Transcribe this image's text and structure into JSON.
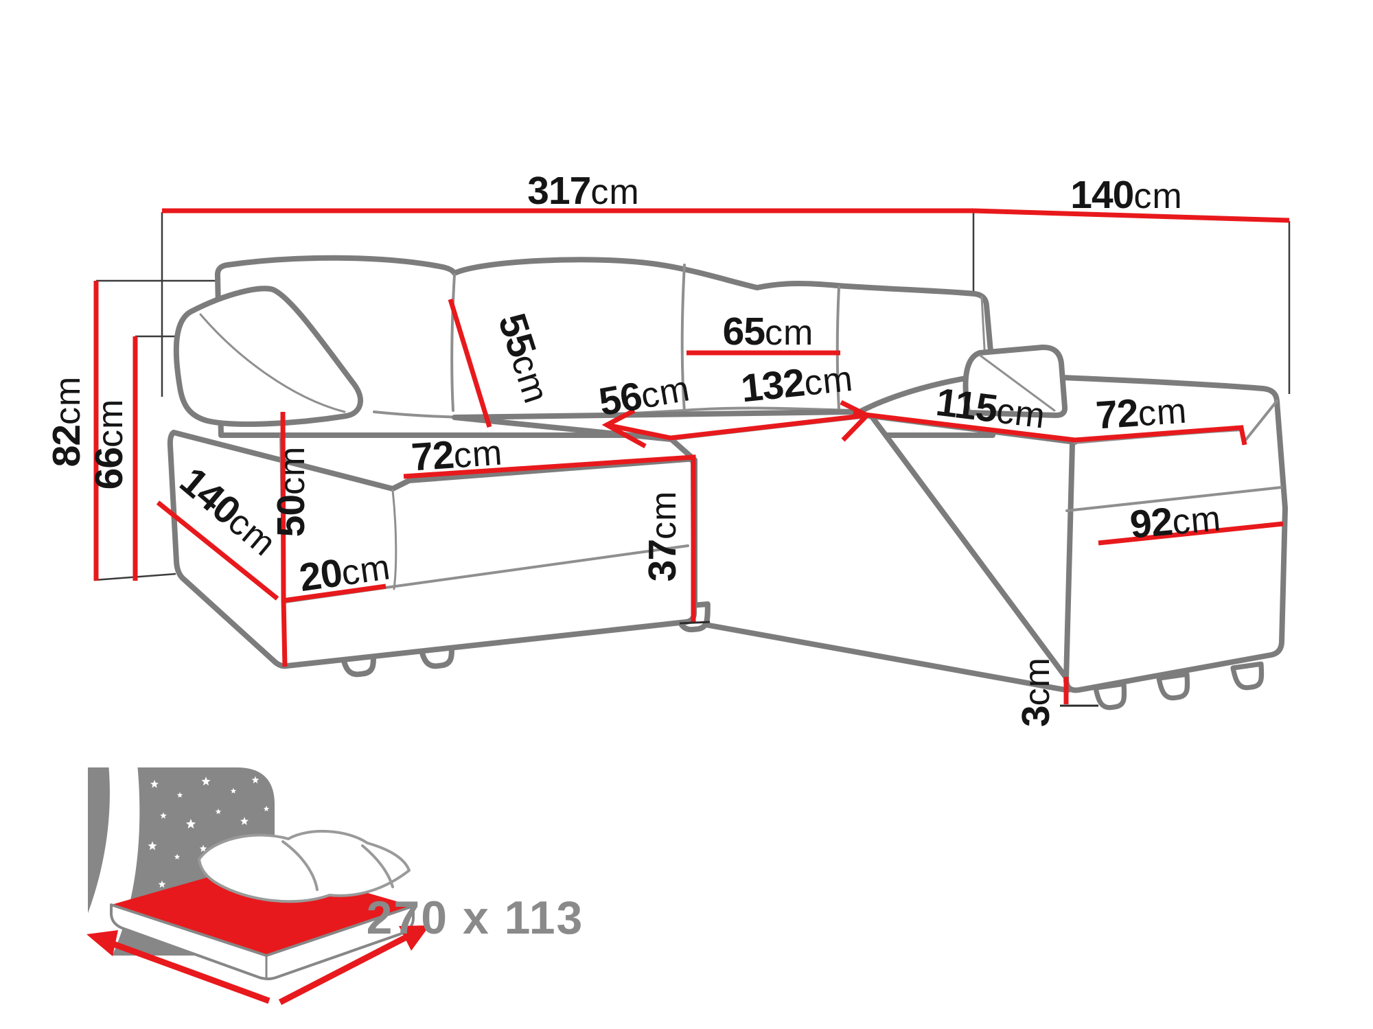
{
  "diagram_title": "corner-sofa-dimensions",
  "colors": {
    "accent_red": "#e8191c",
    "outline_gray": "#7c7c7c",
    "text_black": "#151515",
    "icon_gray": "#878787"
  },
  "labels": {
    "width_total": {
      "num": "317",
      "unit": "cm"
    },
    "depth_right": {
      "num": "140",
      "unit": "cm"
    },
    "height_total": {
      "num": "82",
      "unit": "cm"
    },
    "height_backrest": {
      "num": "66",
      "unit": "cm"
    },
    "cushion_diagonal": {
      "num": "55",
      "unit": "cm"
    },
    "cushion_width": {
      "num": "65",
      "unit": "cm"
    },
    "seat_depth": {
      "num": "56",
      "unit": "cm"
    },
    "seat_width_center": {
      "num": "132",
      "unit": "cm"
    },
    "chaise_length_right": {
      "num": "115",
      "unit": "cm"
    },
    "chaise_width_right": {
      "num": "72",
      "unit": "cm"
    },
    "chaise_front_right": {
      "num": "92",
      "unit": "cm"
    },
    "leg_height": {
      "num": "3",
      "unit": "cm"
    },
    "seat_width_left": {
      "num": "72",
      "unit": "cm"
    },
    "seat_height": {
      "num": "37",
      "unit": "cm"
    },
    "armrest_height": {
      "num": "50",
      "unit": "cm"
    },
    "base_height": {
      "num": "20",
      "unit": "cm"
    },
    "chaise_length_left": {
      "num": "140",
      "unit": "cm"
    }
  },
  "sleeping_area": {
    "label": "270 x 113"
  }
}
